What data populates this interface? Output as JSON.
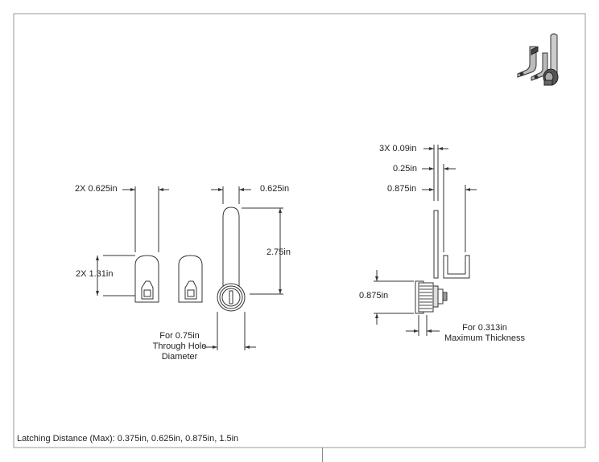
{
  "dimensions": {
    "cams_width": "2X 0.625in",
    "cams_height": "2X 1.31in",
    "cam_width_front": "0.625in",
    "overall_height": "2.75in",
    "hole_note": [
      "For 0.75in",
      "Through Hole",
      "Diameter"
    ],
    "side_3x": "3X 0.09in",
    "side_025": "0.25in",
    "side_0875_top": "0.875in",
    "side_0875_body": "0.875in",
    "thickness_note": [
      "For 0.313in",
      "Maximum Thickness"
    ]
  },
  "footer": {
    "latching": "Latching Distance (Max): 0.375in, 0.625in, 0.875in, 1.5in"
  },
  "colors": {
    "line": "#333333",
    "metal_light": "#d0d0d0",
    "metal_dark": "#555555"
  },
  "icons": {
    "thumbnail": "cam-lock-thumbnail-icon"
  }
}
